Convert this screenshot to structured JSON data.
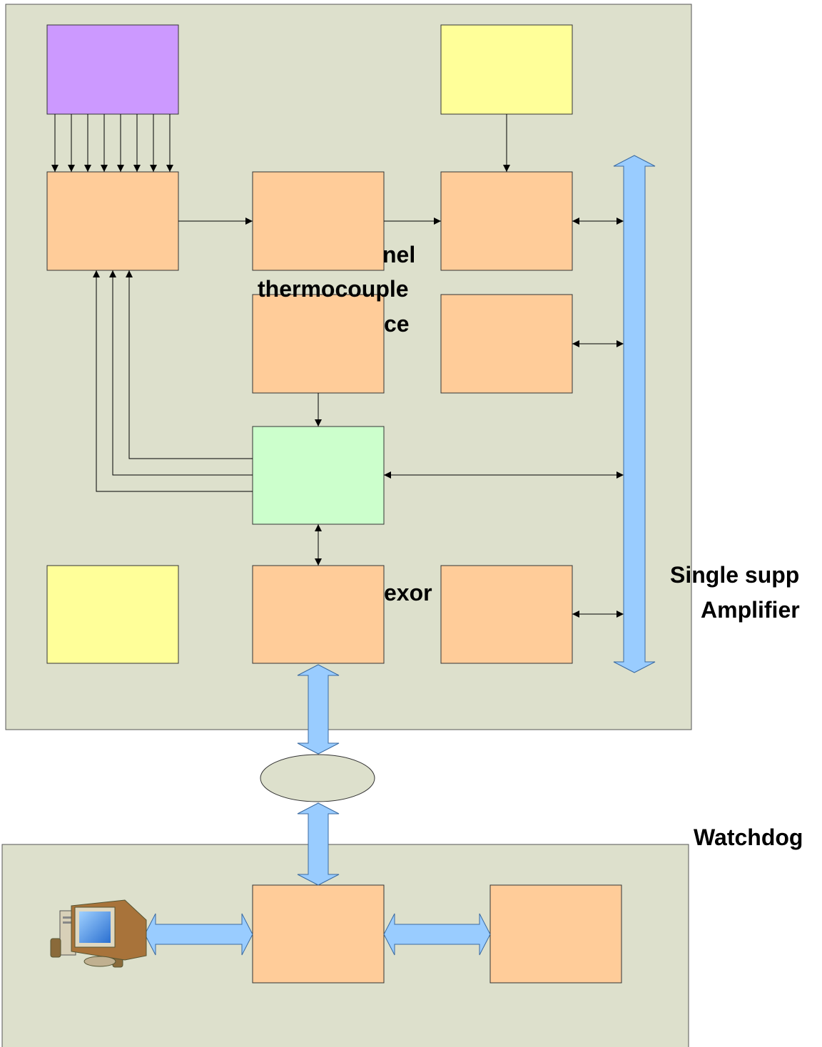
{
  "labels": {
    "thermocouple_frag_1": "nel",
    "thermocouple_frag_2": "thermocouple",
    "thermocouple_frag_3": "ce",
    "multiplexor_frag": "exor",
    "amplifier_line_1": "Single supp",
    "amplifier_line_2": "Amplifier",
    "watchdog": "Watchdog"
  },
  "colors": {
    "panel": "#dde0cc",
    "block": "#ffcc99",
    "purple_block": "#cc99ff",
    "yellow_block": "#ffff99",
    "green_block": "#ccffcc",
    "bus": "#99ccff",
    "ellipse": "#dde0cc"
  },
  "icons": {
    "computer": "computer-icon"
  }
}
